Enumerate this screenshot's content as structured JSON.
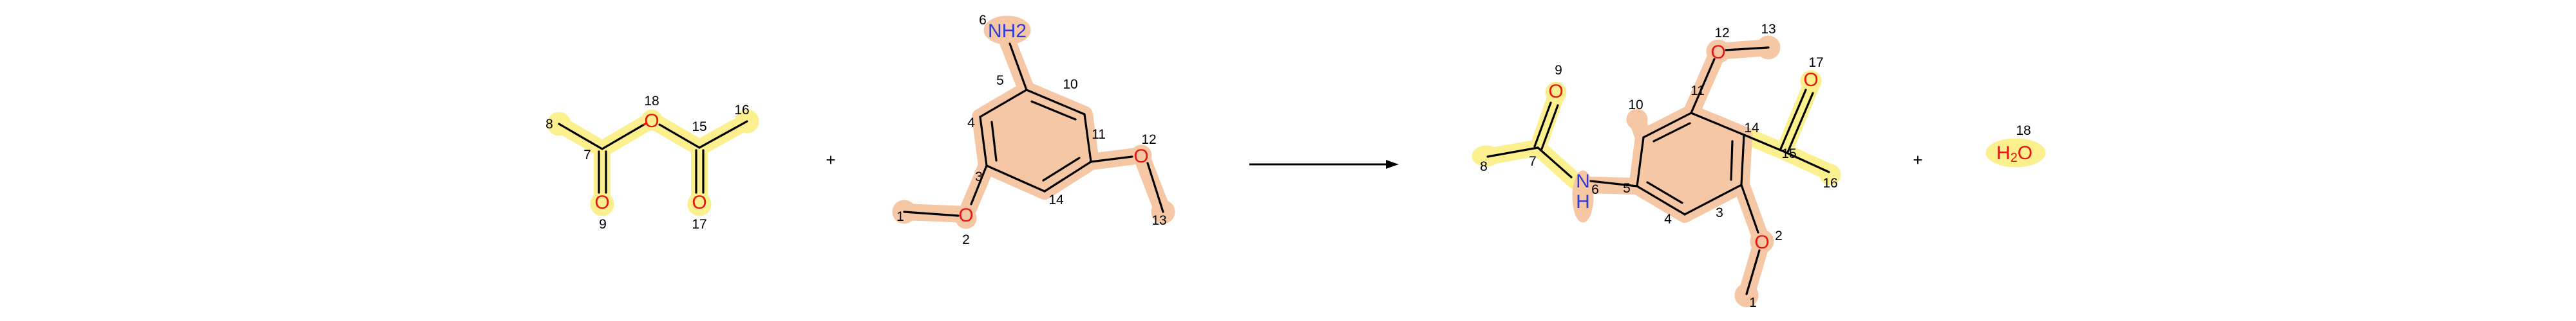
{
  "reactant1": {
    "atoms": {
      "O18": "O",
      "O9": "O",
      "O17": "O"
    },
    "numbers": {
      "n8": "8",
      "n7": "7",
      "n9": "9",
      "n18": "18",
      "n15": "15",
      "n16": "16",
      "n17": "17"
    }
  },
  "plus1": "+",
  "reactant2": {
    "atoms": {
      "N6": "NH2",
      "O12": "O",
      "O2": "O"
    },
    "numbers": {
      "n6": "6",
      "n5": "5",
      "n10": "10",
      "n4": "4",
      "n11": "11",
      "n12": "12",
      "n3": "3",
      "n14": "14",
      "n2": "2",
      "n1": "1",
      "n13": "13"
    }
  },
  "product": {
    "atoms": {
      "O9": "O",
      "N6": "N",
      "H6": "H",
      "O12": "O",
      "O17": "O",
      "O2": "O"
    },
    "numbers": {
      "n9": "9",
      "n8": "8",
      "n7": "7",
      "n6": "6",
      "n5": "5",
      "n10": "10",
      "n11": "11",
      "n12": "12",
      "n13": "13",
      "n14": "14",
      "n15": "15",
      "n16": "16",
      "n17": "17",
      "n4": "4",
      "n3": "3",
      "n2": "2",
      "n1": "1"
    }
  },
  "plus2": "+",
  "water": {
    "formula_h": "H",
    "formula_sub": "2",
    "formula_o": "O",
    "number": "18"
  },
  "colors": {
    "highlight_yellow": "#fbef8e",
    "highlight_orange": "#f6c7a4",
    "oxygen": "#e8140f",
    "nitrogen": "#2f3bd6"
  }
}
